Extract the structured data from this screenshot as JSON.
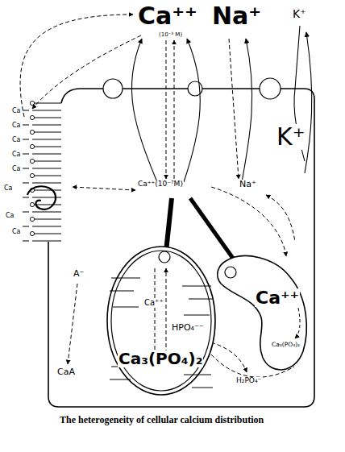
{
  "diagram": {
    "caption": "The heterogeneity of cellular calcium distribution",
    "nodes": [
      {
        "text": [
          "Ca⁺⁺(10⁻⁷M)",
          "Na⁺",
          "K⁺",
          "A⁻",
          "CaA",
          "H₂PO₄⁻"
        ]
      },
      {
        "text": [
          "Ca⁺⁺",
          "HPO₄⁻⁻",
          "Ca₃(PO₄)₂"
        ],
        "in": 0
      },
      {
        "text": [
          "Ca⁺⁺",
          "Ca₃(PO₄)₂"
        ],
        "in": 0
      }
    ],
    "labels": [
      "Ca⁺⁺",
      "(10⁻³ M)",
      "Na⁺",
      "K⁺",
      "Ca",
      "Ca",
      "Ca",
      "Ca",
      "Ca",
      "Ca",
      "Ca",
      "Ca"
    ]
  }
}
